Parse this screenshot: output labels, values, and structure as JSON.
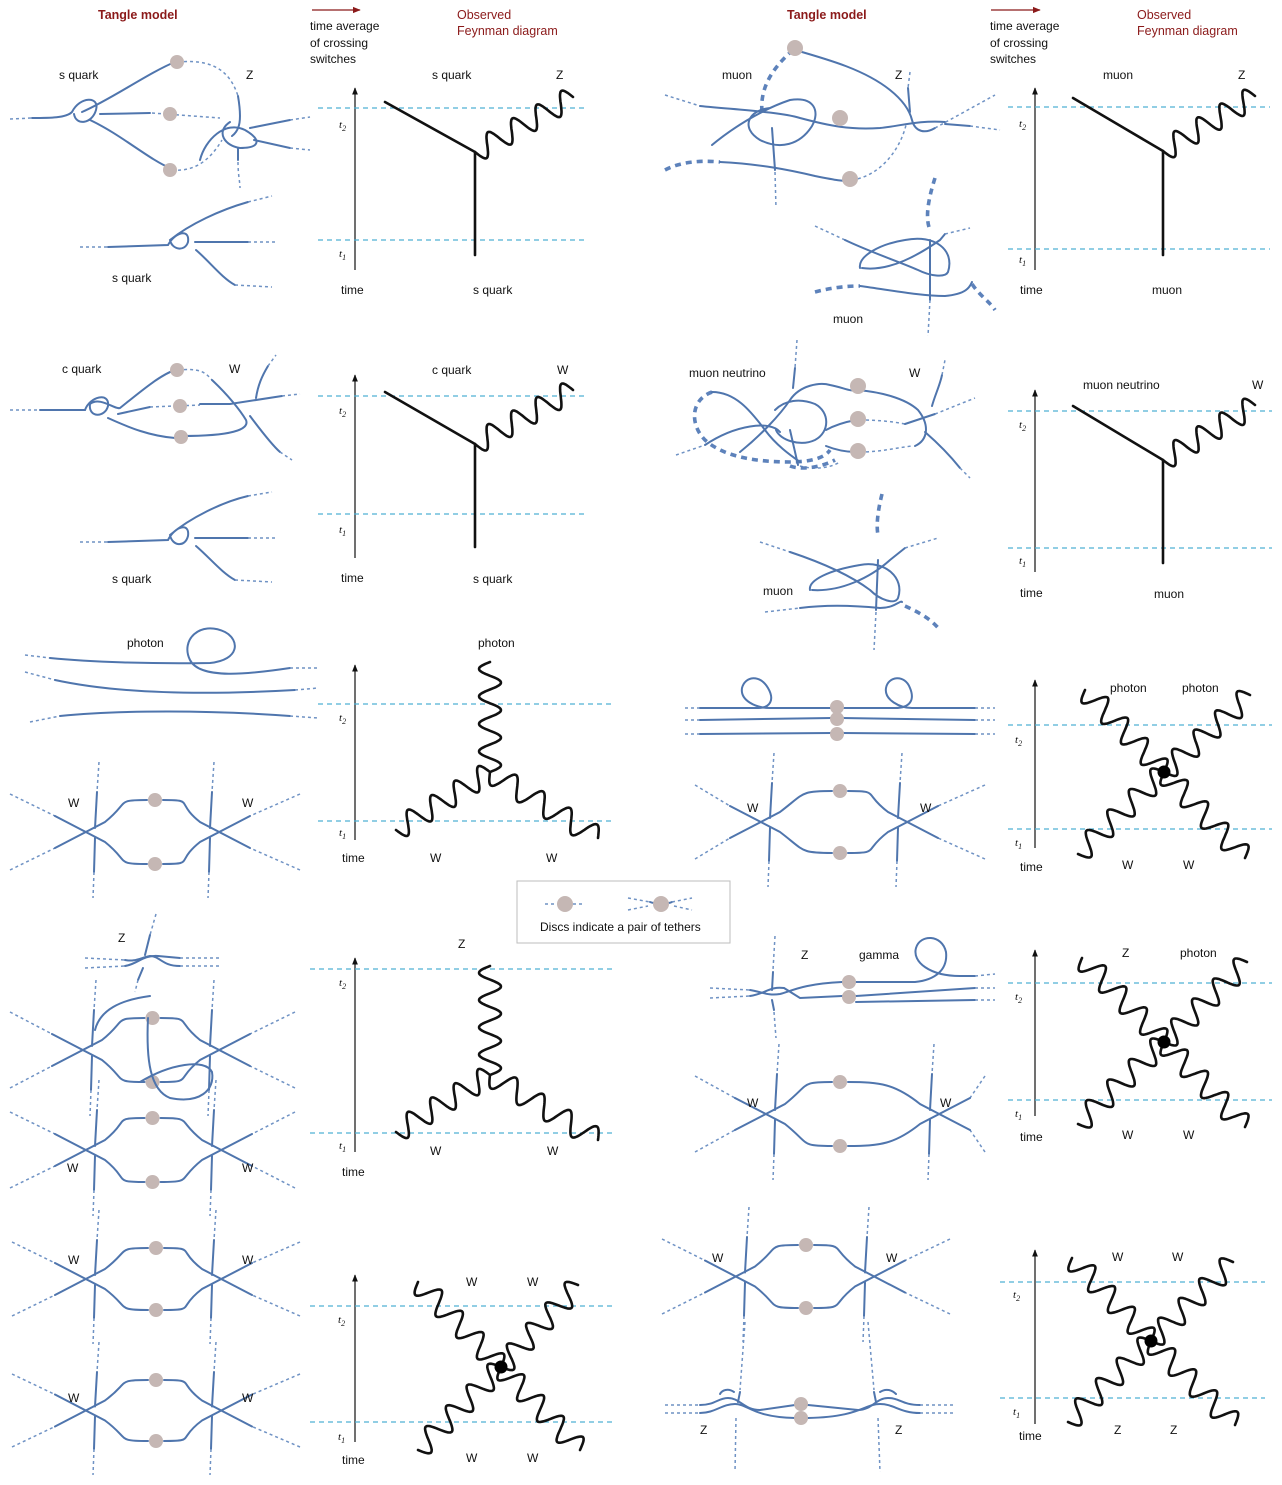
{
  "colors": {
    "strand": "#4f75ad",
    "tether": "#6f92c4",
    "disc": "#c5b7b4",
    "time_line": "#4fb0d4",
    "header_red": "#8b1a1a",
    "feynman": "#111111"
  },
  "headers": {
    "left": {
      "tangle_model": "Tangle model",
      "arrow_text": [
        "time average",
        "of crossing",
        "switches"
      ],
      "observed": [
        "Observed",
        "Feynman diagram"
      ]
    },
    "right": {
      "tangle_model": "Tangle model",
      "arrow_text": [
        "time average",
        "of crossing",
        "switches"
      ],
      "observed": [
        "Observed",
        "Feynman diagram"
      ]
    }
  },
  "axis_labels": {
    "time": "time",
    "t2": "t",
    "t2_sub": "2",
    "t1": "t",
    "t1_sub": "1"
  },
  "legend": {
    "text": "Discs indicate a pair of tethers"
  },
  "panels": {
    "L1": {
      "tangle_top": "s quark",
      "tangle_top2": "Z",
      "tangle_bottom": "s quark",
      "f_top_left": "s quark",
      "f_top_right": "Z",
      "f_bottom": "s quark"
    },
    "L2": {
      "tangle_top": "c quark",
      "tangle_top2": "W",
      "tangle_bottom": "s quark",
      "f_top_left": "c quark",
      "f_top_right": "W",
      "f_bottom": "s quark"
    },
    "L3": {
      "tangle_top": "photon",
      "tangle_w1": "W",
      "tangle_w2": "W",
      "f_top": "photon",
      "f_bl": "W",
      "f_br": "W"
    },
    "L4": {
      "tangle_top": "Z",
      "tangle_w1": "W",
      "tangle_w2": "W",
      "f_top": "Z",
      "f_bl": "W",
      "f_br": "W"
    },
    "L5": {
      "tangle_w1": "W",
      "tangle_w2": "W",
      "tangle_w3": "W",
      "tangle_w4": "W",
      "f_tl": "W",
      "f_tr": "W",
      "f_bl": "W",
      "f_br": "W"
    },
    "R1": {
      "tangle_top": "muon",
      "tangle_top2": "Z",
      "tangle_bottom": "muon",
      "f_top_left": "muon",
      "f_top_right": "Z",
      "f_bottom": "muon"
    },
    "R2": {
      "tangle_top": "muon neutrino",
      "tangle_top2": "W",
      "tangle_bottom": "muon",
      "f_top_left": "muon neutrino",
      "f_top_right": "W",
      "f_bottom": "muon"
    },
    "R3": {
      "tangle_w1": "W",
      "tangle_w2": "W",
      "f_tl": "photon",
      "f_tr": "photon",
      "f_bl": "W",
      "f_br": "W"
    },
    "R4": {
      "tangle_z": "Z",
      "tangle_gamma": "gamma",
      "tangle_w1": "W",
      "tangle_w2": "W",
      "f_tl": "Z",
      "f_tr": "photon",
      "f_bl": "W",
      "f_br": "W"
    },
    "R5": {
      "tangle_w1": "W",
      "tangle_w2": "W",
      "tangle_z1": "Z",
      "tangle_z2": "Z",
      "f_tl": "W",
      "f_tr": "W",
      "f_bl": "Z",
      "f_br": "Z"
    }
  }
}
